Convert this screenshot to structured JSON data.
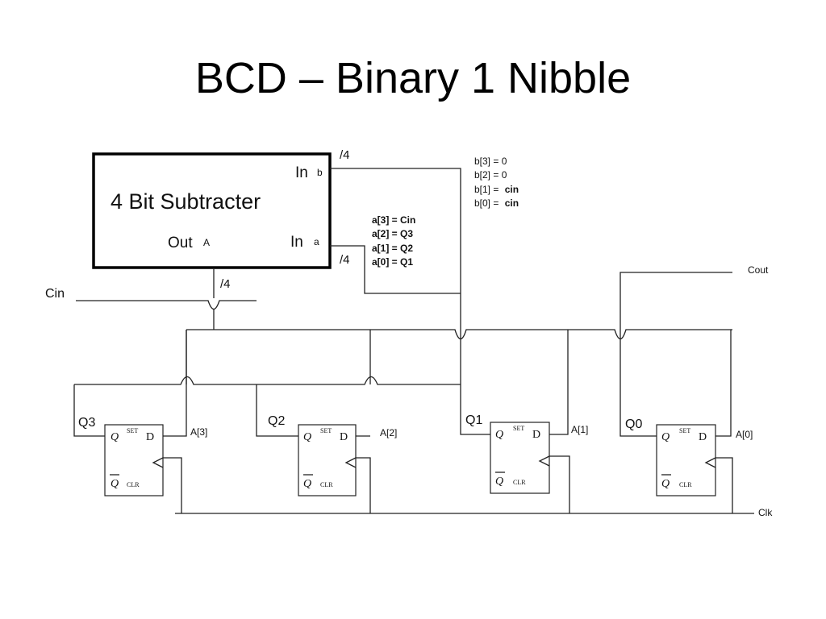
{
  "title": "BCD – Binary 1 Nibble",
  "subtracter": {
    "name": "4 Bit Subtracter",
    "in_b_label": "In",
    "in_b_sub": "b",
    "in_a_label": "In",
    "in_a_sub": "a",
    "out_label": "Out",
    "out_sub": "A"
  },
  "bus": {
    "width_b": "/4",
    "width_a": "/4",
    "width_out": "/4"
  },
  "b_assign": [
    {
      "lhs": "b[3] =",
      "rhs": "0",
      "bold": false
    },
    {
      "lhs": "b[2] =",
      "rhs": "0",
      "bold": false
    },
    {
      "lhs": "b[1] =",
      "rhs": "cin",
      "bold": true
    },
    {
      "lhs": "b[0] =",
      "rhs": "cin",
      "bold": true
    }
  ],
  "a_assign": [
    "a[3] = Cin",
    "a[2] = Q3",
    "a[1] = Q2",
    "a[0] = Q1"
  ],
  "signals": {
    "cin": "Cin",
    "cout": "Cout",
    "clk": "Clk"
  },
  "flipflops": [
    {
      "name": "Q3",
      "input": "A[3]"
    },
    {
      "name": "Q2",
      "input": "A[2]"
    },
    {
      "name": "Q1",
      "input": "A[1]"
    },
    {
      "name": "Q0",
      "input": "A[0]"
    }
  ],
  "ff_labels": {
    "q": "Q",
    "qbar": "Q",
    "set": "SET",
    "clr": "CLR",
    "d": "D"
  }
}
